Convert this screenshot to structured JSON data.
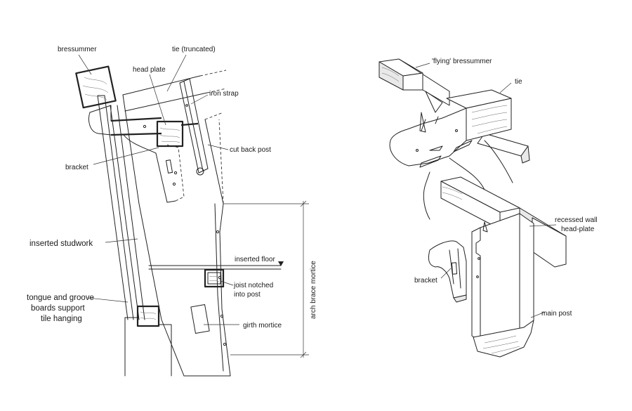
{
  "left_diagram": {
    "labels": {
      "bressummer": "bressummer",
      "tie_truncated": "tie (truncated)",
      "head_plate": "head plate",
      "iron_strap": "iron strap",
      "cut_back_post": "cut back post",
      "bracket": "bracket",
      "inserted_studwork": "inserted  studwork",
      "inserted_floor": "inserted floor",
      "joist_notched_1": "joist notched",
      "joist_notched_2": "into post",
      "tongue_groove_1": "tongue and groove",
      "tongue_groove_2": "boards support",
      "tongue_groove_3": "tile hanging",
      "girth_mortice": "girth mortice",
      "arch_brace_mortice": "arch brace mortice"
    }
  },
  "right_diagram": {
    "labels": {
      "flying_bressummer": "'flying' bressummer",
      "tie": "tie",
      "recessed_wall_1": "recessed wall",
      "recessed_wall_2": "head-plate",
      "bracket": "bracket",
      "main_post": "main post"
    }
  }
}
